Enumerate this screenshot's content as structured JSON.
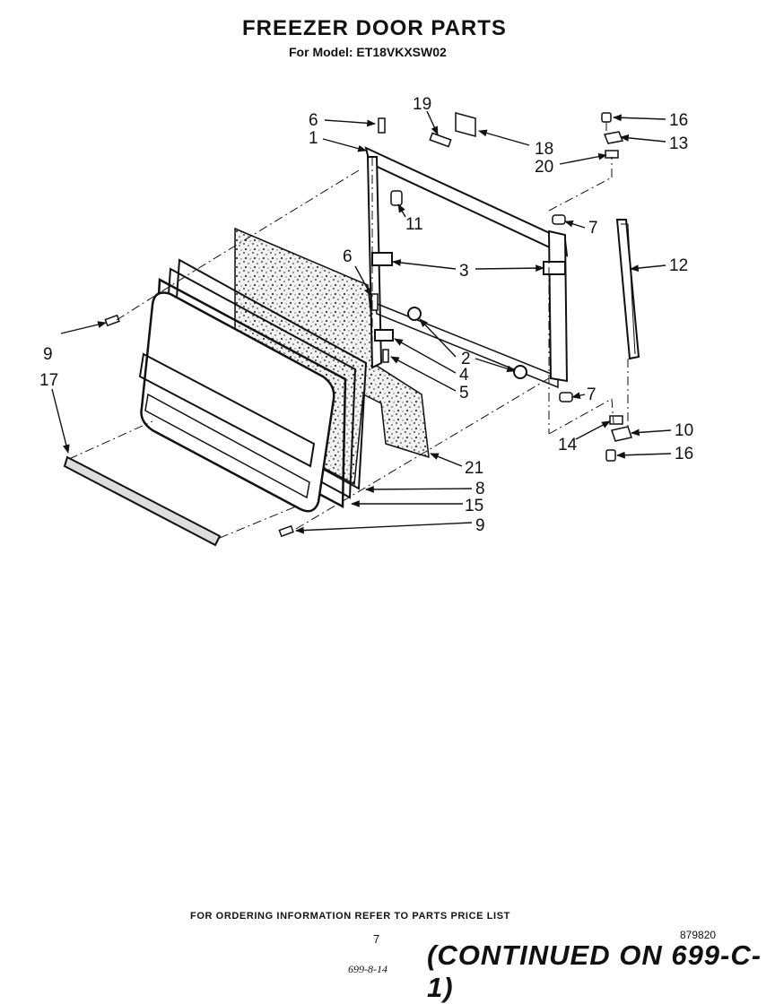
{
  "header": {
    "title": "FREEZER DOOR PARTS",
    "subtitle": "For Model: ET18VKXSW02"
  },
  "callouts": [
    "1",
    "2",
    "3",
    "4",
    "5",
    "6",
    "6",
    "7",
    "7",
    "8",
    "9",
    "9",
    "10",
    "11",
    "12",
    "13",
    "14",
    "15",
    "16",
    "16",
    "17",
    "18",
    "19",
    "20",
    "21"
  ],
  "footer": {
    "ordering_note": "FOR ORDERING INFORMATION REFER TO PARTS PRICE LIST",
    "drawing_number": "879820",
    "page_number": "7",
    "handwritten_ref": "699-8-14",
    "continued": "(CONTINUED ON 699-C-1)"
  }
}
